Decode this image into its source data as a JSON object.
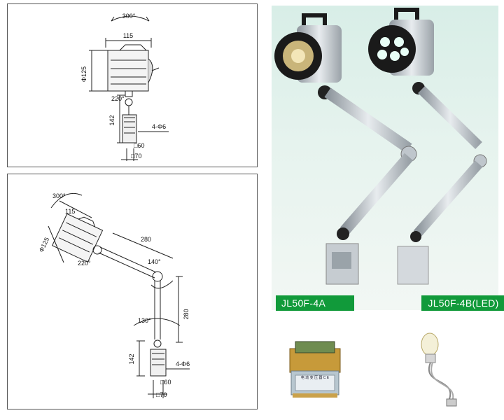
{
  "diagram_top": {
    "rotation": "300°",
    "width": "115",
    "diameter": "Φ125",
    "head_angle": "220°",
    "height": "142",
    "holes": "4-Φ6",
    "base_inner": "□60",
    "base_outer": "□70"
  },
  "diagram_bottom": {
    "rotation": "300°",
    "width": "115",
    "diameter": "Φ125",
    "head_angle": "220°",
    "arm_upper": "280",
    "elbow_angle": "140°",
    "arm_lower": "280",
    "base_angle": "130°",
    "height": "142",
    "holes": "4-Φ6",
    "base_inner": "□60",
    "base_outer": "□70"
  },
  "models": {
    "halogen": "JL50F-4A",
    "led": "JL50F-4B(LED)"
  },
  "transformer_label": "电 动 变 压 器  C E",
  "colors": {
    "tag_green": "#119a3a",
    "lamp_silver": "#bfc6cc",
    "housing_black": "#1a1a1a"
  }
}
